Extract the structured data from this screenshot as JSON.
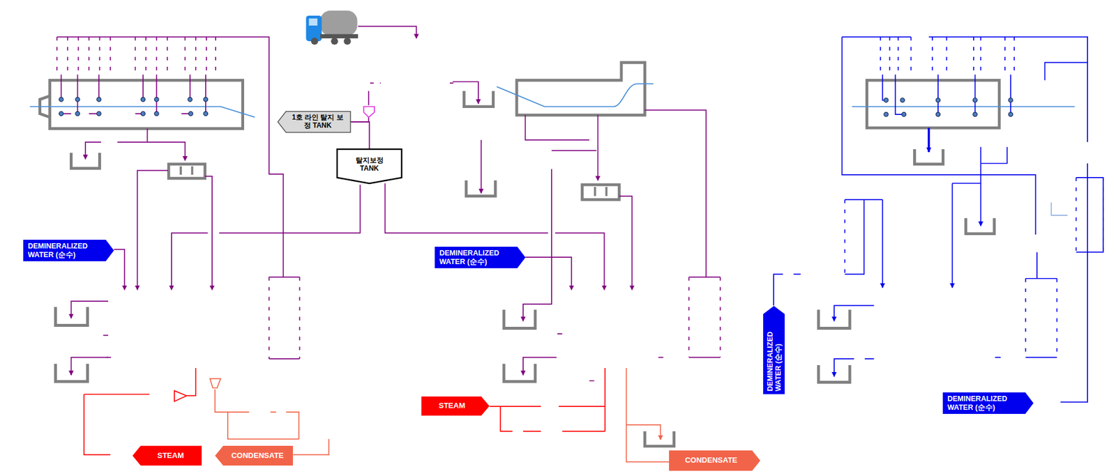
{
  "diagram": {
    "nodes": [
      {
        "text": [
          "1호 라인 탈지 보정 TANK"
        ]
      },
      {
        "text": [
          "탈지보정 TANK"
        ]
      },
      {
        "text": [
          "DEMINERALIZED WATER (순수)"
        ]
      },
      {
        "text": [
          "DEMINERALIZED WATER (순수)"
        ]
      },
      {
        "text": [
          "DEMINERALIZED WATER (순수)"
        ]
      },
      {
        "text": [
          "DEMINERALIZED WATER (순수)"
        ]
      },
      {
        "text": [
          "STEAM"
        ]
      },
      {
        "text": [
          "STEAM"
        ]
      },
      {
        "text": [
          "CONDENSATE"
        ]
      },
      {
        "text": [
          "CONDENSATE"
        ]
      }
    ],
    "edges": [
      {
        "from": 1,
        "to": 0,
        "arrow": "none"
      }
    ]
  }
}
